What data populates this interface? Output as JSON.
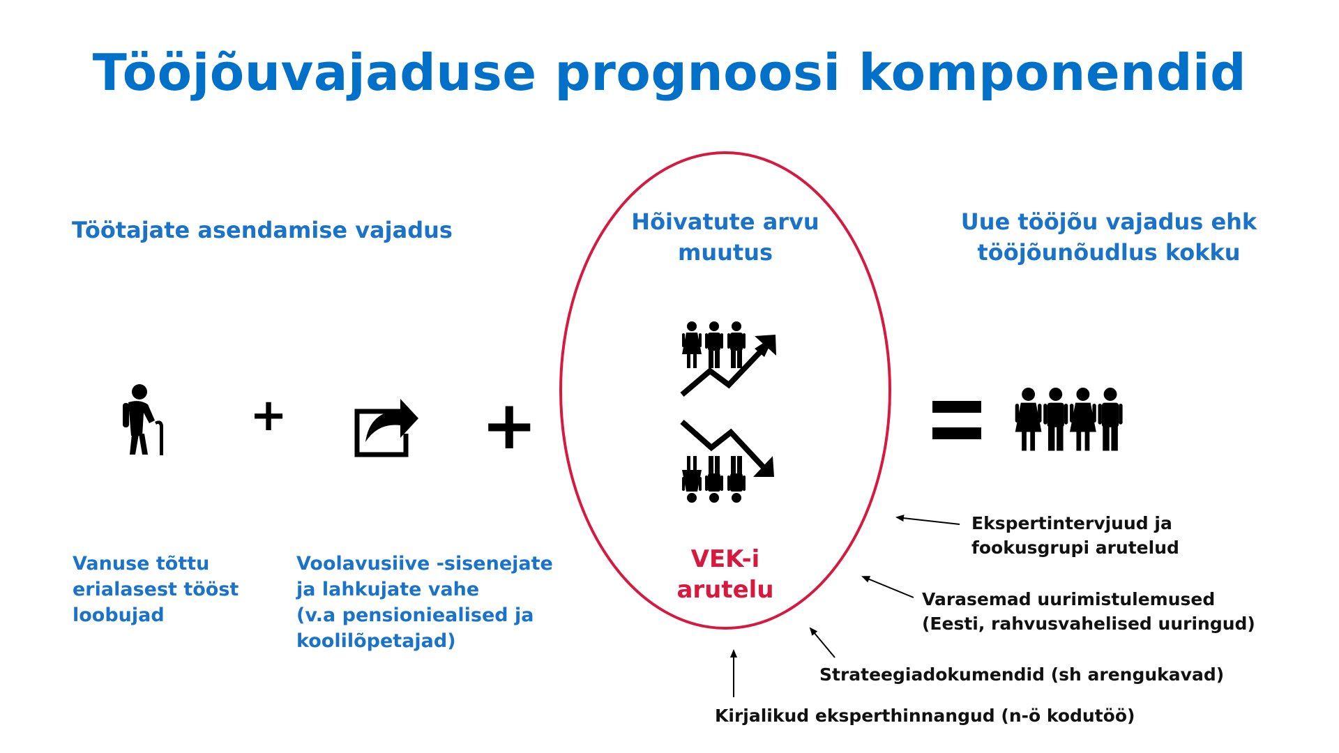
{
  "title": "Tööjõuvajaduse prognoosi komponendid",
  "replacement": {
    "heading": "Töötajate asendamise vajadus",
    "age_caption": [
      "Vanuse tõttu",
      "erialasest tööst",
      "loobujad"
    ],
    "flow_caption": [
      "Voolavusiive -sisenejate",
      "ja lahkujate vahe",
      "(v.a pensioniealised ja",
      "koolilõpetajad)"
    ]
  },
  "operators": {
    "plus_1": "+",
    "plus_2": "+",
    "equals": "="
  },
  "employment_change": {
    "heading": [
      "Hõivatute arvu",
      "muutus"
    ],
    "discussion": [
      "VEK-i",
      "arutelu"
    ]
  },
  "total": {
    "heading": [
      "Uue tööjõu vajadus ehk",
      "tööjõunõudlus kokku"
    ]
  },
  "sources": {
    "interviews": [
      "Ekspertintervjuud ja",
      "fookusgrupi arutelud"
    ],
    "research": [
      "Varasemad uurimistulemused",
      "(Eesti, rahvusvahelised uuringud)"
    ],
    "strategy": "Strateegiadokumendid (sh arengukavad)",
    "written": "Kirjalikud eksperthinnangud (n-ö kodutöö)"
  },
  "icons": {
    "elderly": "elderly-person-with-cane-icon",
    "exit": "share-exit-arrow-icon",
    "growth": "people-growth-arrow-icon",
    "decline": "people-decline-arrow-icon",
    "workforce": "group-of-people-icon"
  },
  "colors": {
    "title": "#0070c8",
    "text_blue": "#1a73c8",
    "accent_red": "#d7193f",
    "ink": "#000000"
  }
}
